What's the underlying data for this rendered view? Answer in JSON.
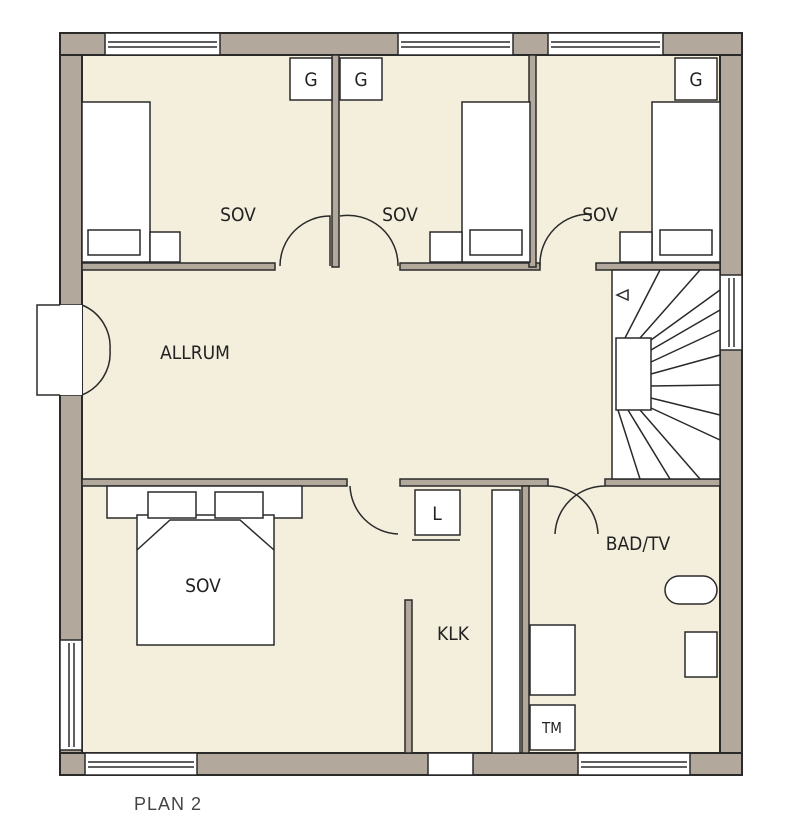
{
  "plan": {
    "caption": "PLAN 2",
    "rooms": {
      "bedroom_1": "SOV",
      "bedroom_2": "SOV",
      "bedroom_3": "SOV",
      "living": "ALLRUM",
      "bedroom_master": "SOV",
      "closet": "KLK",
      "bath": "BAD/TV"
    },
    "fixtures": {
      "wardrobe_1": "G",
      "wardrobe_2": "G",
      "wardrobe_3": "G",
      "linen": "L",
      "dryer": "TM"
    }
  },
  "colors": {
    "wall": "#b3a89c",
    "floor": "#f3efdc",
    "line": "#2a2a2a"
  }
}
